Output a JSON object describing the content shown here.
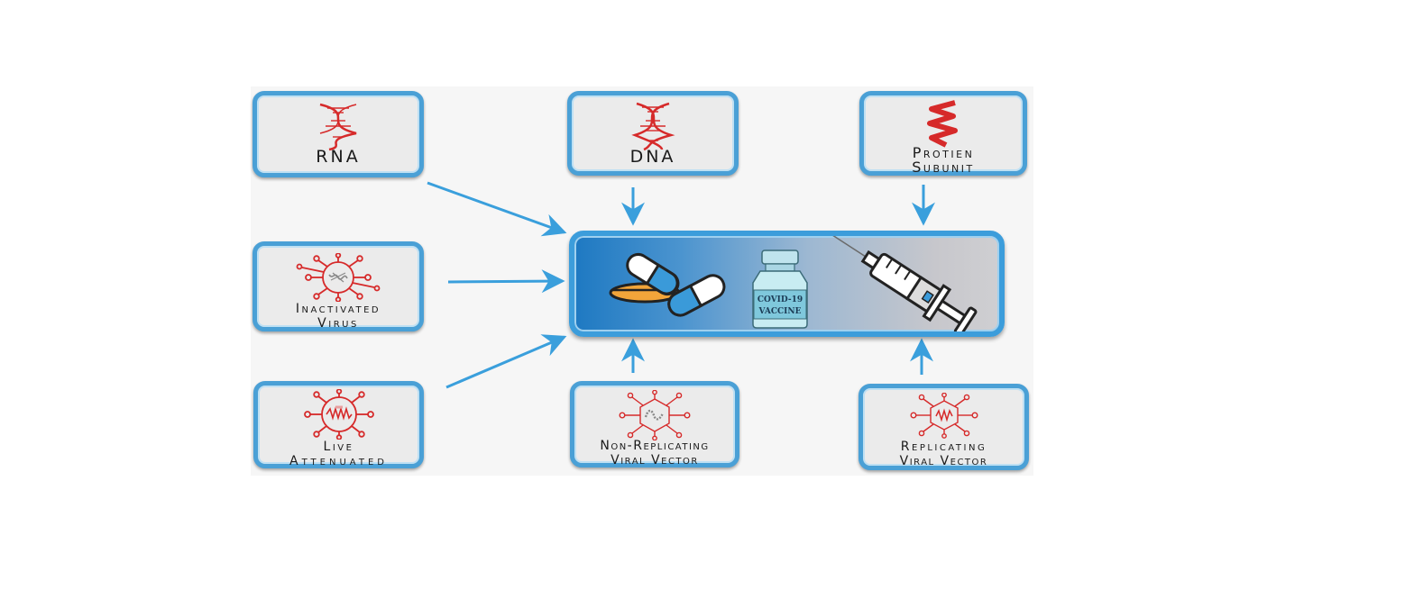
{
  "nodes": {
    "rna": "RNA",
    "dna": "DNA",
    "protein_line1": "Protien",
    "protein_line2": "Subunit",
    "inactivated_line1": "Inactivated",
    "inactivated_line2": "Virus",
    "live_line1": "Live",
    "live_line2": "Attenuated",
    "nonrep_line1": "Non-Replicating",
    "nonrep_line2": "Viral Vector",
    "rep_line1": "Replicating",
    "rep_line2": "Viral Vector"
  },
  "vial_label_line1": "COVID-19",
  "vial_label_line2": "VACCINE",
  "colors": {
    "accent": "#4aa0d6",
    "icon": "#d62a2a",
    "arrow": "#3a9fdc"
  }
}
